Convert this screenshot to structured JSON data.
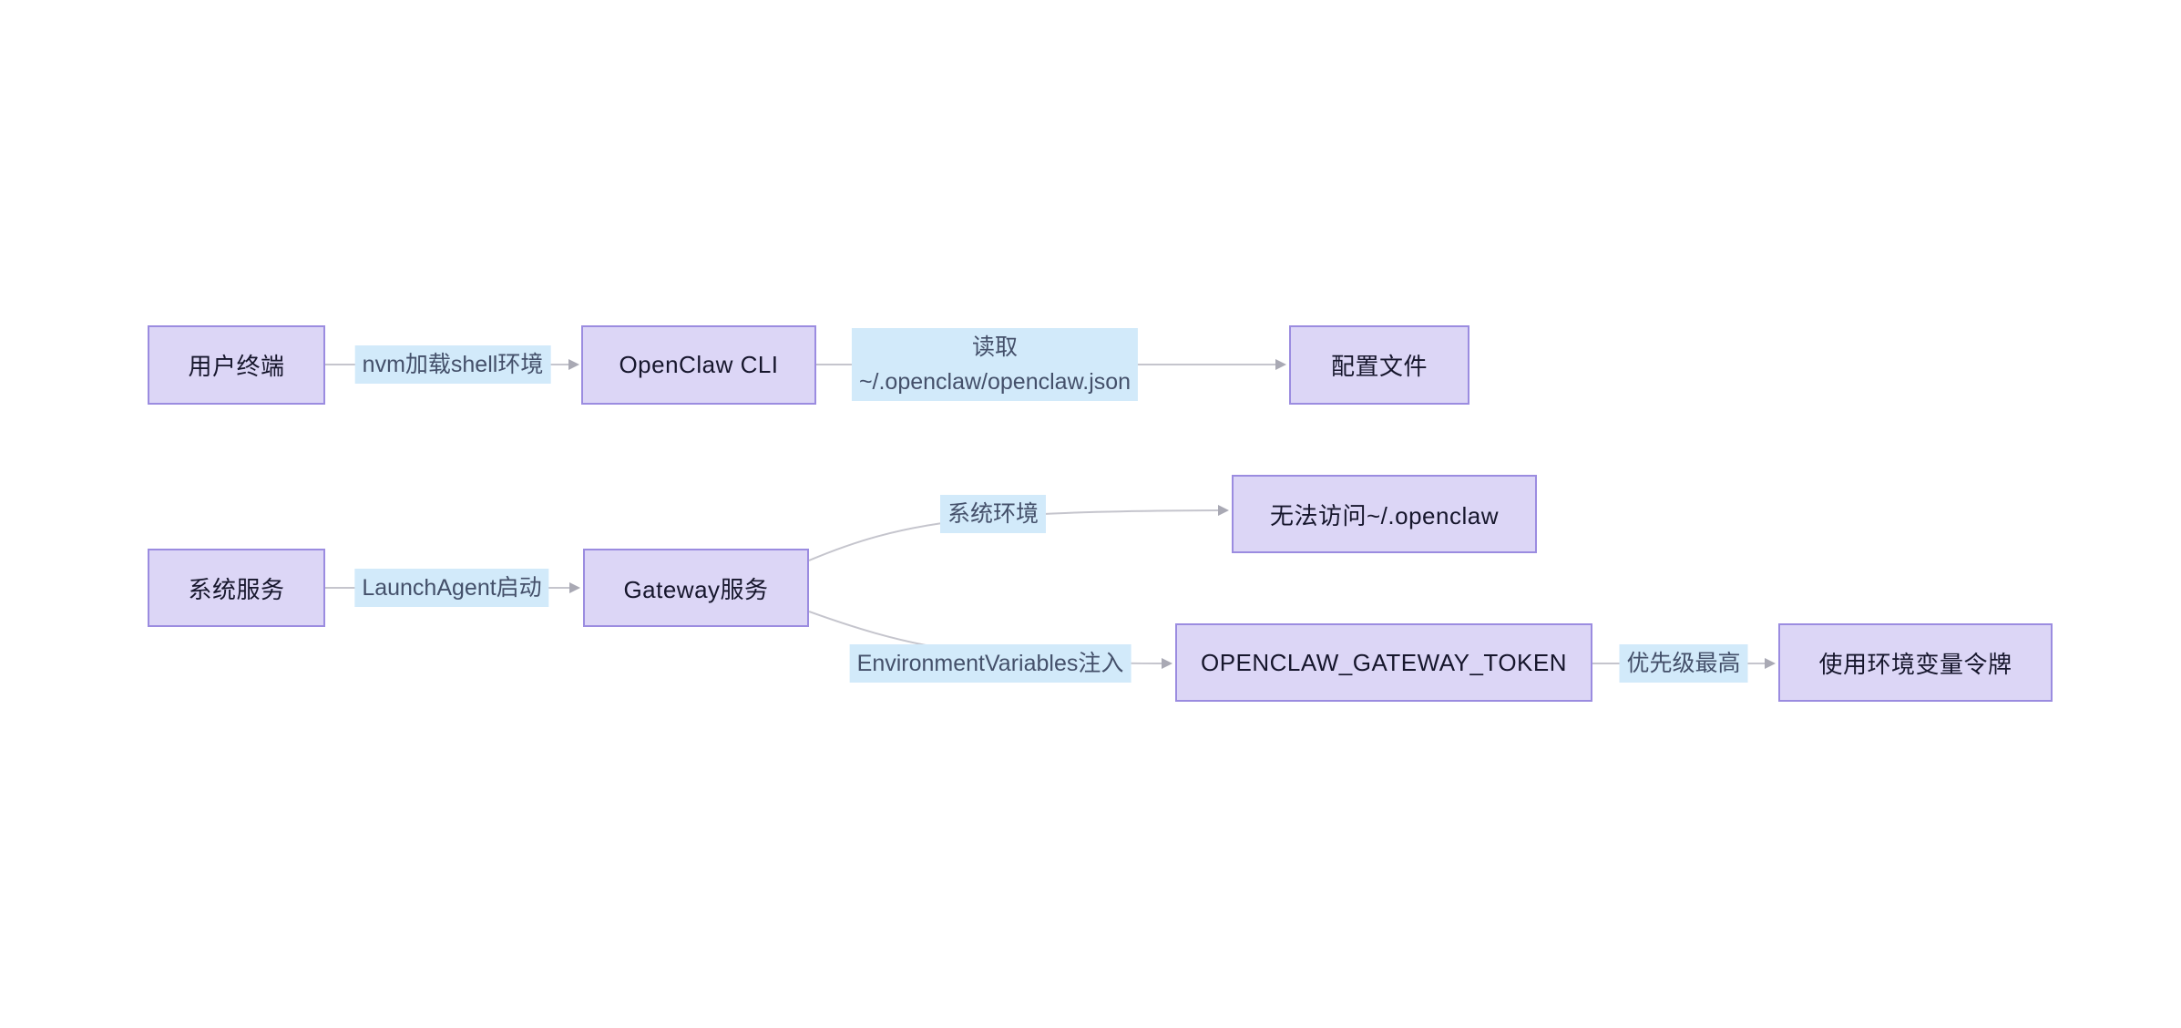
{
  "diagram": {
    "colors": {
      "background": "#ffffff",
      "node_fill": "#dcd6f6",
      "node_border": "#9b8ce0",
      "node_text": "#16162c",
      "edge_label_bg": "#d2eafa",
      "edge_label_text": "#44506a",
      "line": "#c5c5cd",
      "arrowhead": "#a9a9b4"
    },
    "nodes": [
      {
        "id": "user-terminal",
        "label": "用户终端"
      },
      {
        "id": "openclaw-cli",
        "label": "OpenClaw CLI"
      },
      {
        "id": "config-file",
        "label": "配置文件"
      },
      {
        "id": "system-service",
        "label": "系统服务"
      },
      {
        "id": "gateway-service",
        "label": "Gateway服务"
      },
      {
        "id": "cannot-access",
        "label": "无法访问~/.openclaw"
      },
      {
        "id": "gateway-token",
        "label": "OPENCLAW_GATEWAY_TOKEN"
      },
      {
        "id": "use-env-token",
        "label": "使用环境变量令牌"
      }
    ],
    "edges": [
      {
        "from": "用户终端",
        "to": "OpenClaw CLI",
        "label": "nvm加载shell环境"
      },
      {
        "from": "OpenClaw CLI",
        "to": "配置文件",
        "label": "读取 ~/.openclaw/openclaw.json",
        "label_line1": "读取",
        "label_line2": "~/.openclaw/openclaw.json"
      },
      {
        "from": "系统服务",
        "to": "Gateway服务",
        "label": "LaunchAgent启动"
      },
      {
        "from": "Gateway服务",
        "to": "无法访问~/.openclaw",
        "label": "系统环境"
      },
      {
        "from": "Gateway服务",
        "to": "OPENCLAW_GATEWAY_TOKEN",
        "label": "EnvironmentVariables注入"
      },
      {
        "from": "OPENCLAW_GATEWAY_TOKEN",
        "to": "使用环境变量令牌",
        "label": "优先级最高"
      }
    ]
  }
}
